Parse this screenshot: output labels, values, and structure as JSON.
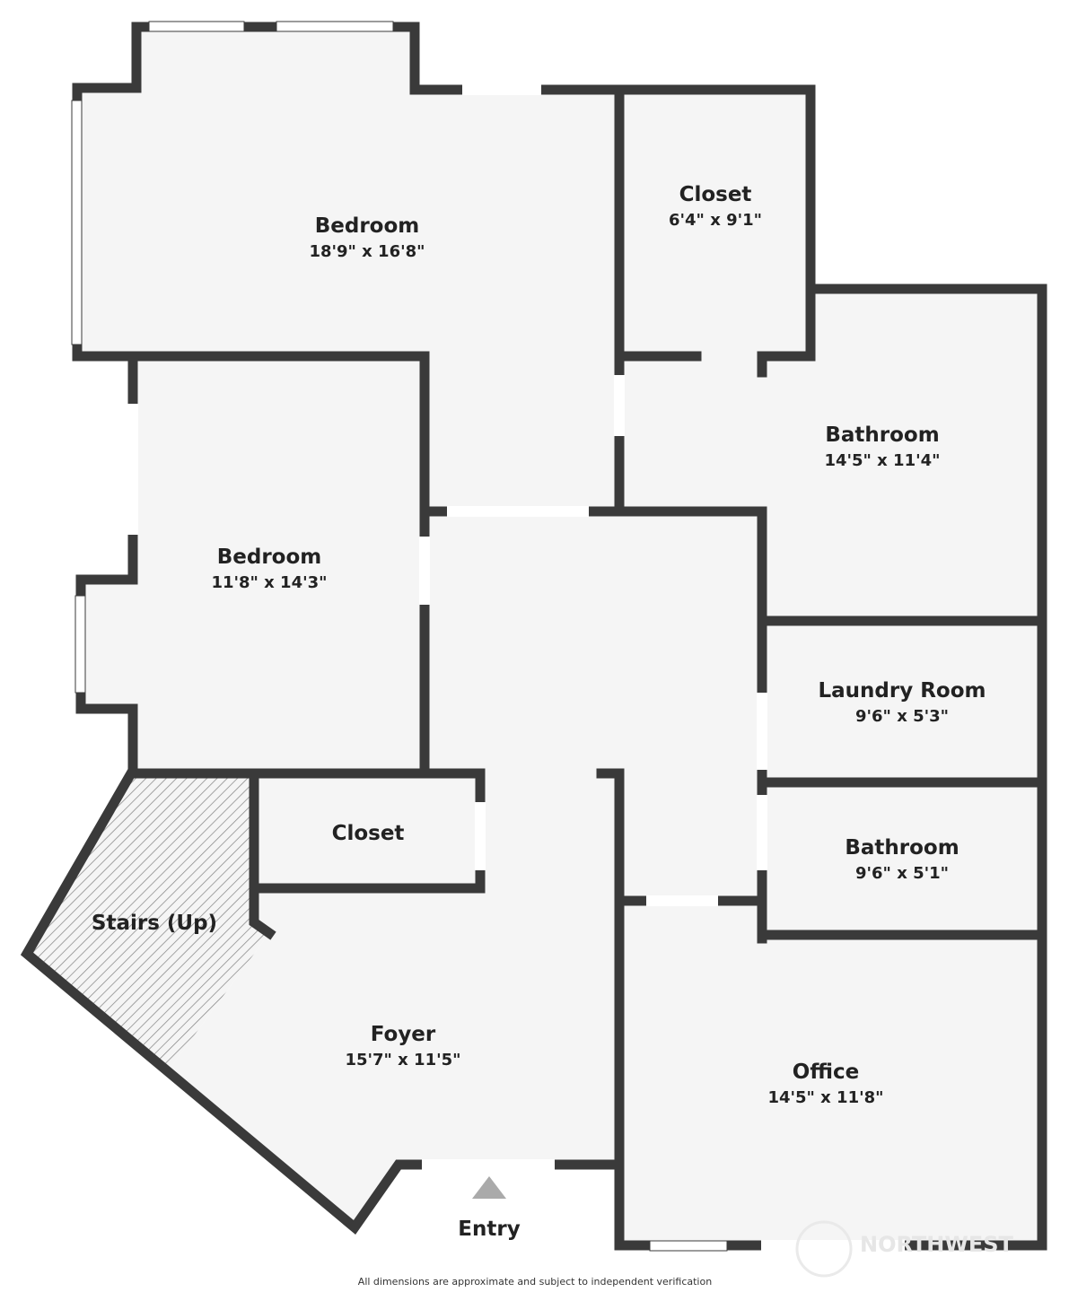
{
  "colors": {
    "wall": "#3a3a3a",
    "floor": "#f5f5f5",
    "window": "#ffffff",
    "entry_arrow": "#aaaaaa",
    "stairs_hatch": "#888888"
  },
  "rooms": {
    "bedroom_top": {
      "name": "Bedroom",
      "dims": "18'9\" x 16'8\""
    },
    "closet_top": {
      "name": "Closet",
      "dims": "6'4\" x 9'1\""
    },
    "bathroom_main": {
      "name": "Bathroom",
      "dims": "14'5\" x 11'4\""
    },
    "bedroom_mid": {
      "name": "Bedroom",
      "dims": "11'8\" x 14'3\""
    },
    "laundry": {
      "name": "Laundry Room",
      "dims": "9'6\" x 5'3\""
    },
    "closet_small": {
      "name": "Closet"
    },
    "bathroom_small": {
      "name": "Bathroom",
      "dims": "9'6\" x 5'1\""
    },
    "stairs": {
      "name": "Stairs (Up)"
    },
    "foyer": {
      "name": "Foyer",
      "dims": "15'7\" x 11'5\""
    },
    "office": {
      "name": "Office",
      "dims": "14'5\" x 11'8\""
    }
  },
  "entry": {
    "label": "Entry",
    "icon": "entry-arrow-icon"
  },
  "footer": {
    "note": "All dimensions are approximate and subject to independent verification"
  },
  "watermark": {
    "text": "NORTHWEST",
    "icon": "watermark-logo-icon"
  }
}
